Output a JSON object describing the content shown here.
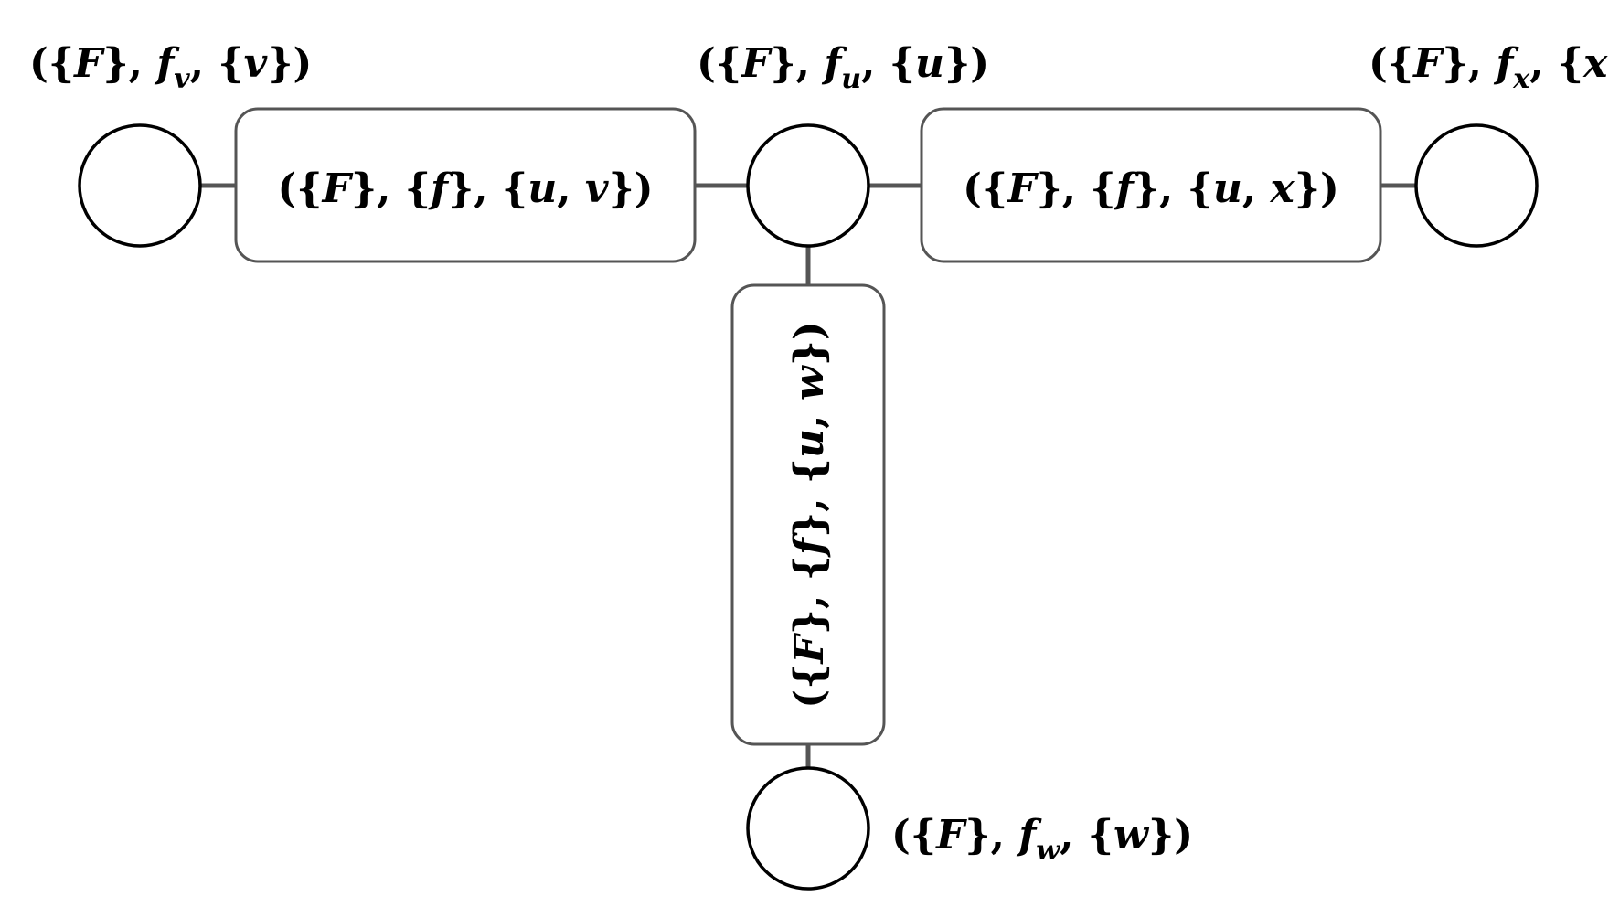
{
  "diagram": {
    "colors": {
      "node_stroke": "#000000",
      "box_stroke": "#555555",
      "edge": "#555555",
      "background": "#ffffff"
    },
    "nodes": {
      "v": {
        "pre": "({",
        "F": "F",
        "mid": "}, ",
        "f": "f",
        "sub": "v",
        "comma": ", {",
        "var": "v",
        "post": "})"
      },
      "u": {
        "pre": "({",
        "F": "F",
        "mid": "}, ",
        "f": "f",
        "sub": "u",
        "comma": ", {",
        "var": "u",
        "post": "})"
      },
      "x": {
        "pre": "({",
        "F": "F",
        "mid": "}, ",
        "f": "f",
        "sub": "x",
        "comma": ", {",
        "var": "x",
        "post": "})"
      },
      "w": {
        "pre": "({",
        "F": "F",
        "mid": "}, ",
        "f": "f",
        "sub": "w",
        "comma": ", {",
        "var": "w",
        "post": "})"
      }
    },
    "edges": {
      "uv": {
        "pre": "({",
        "F": "F",
        "mid": "}, {",
        "f": "f",
        "mid2": "}, {",
        "a": "u",
        "sep": ", ",
        "b": "v",
        "post": "})"
      },
      "ux": {
        "pre": "({",
        "F": "F",
        "mid": "}, {",
        "f": "f",
        "mid2": "}, {",
        "a": "u",
        "sep": ", ",
        "b": "x",
        "post": "})"
      },
      "uw": {
        "pre": "({",
        "F": "F",
        "mid": "}, {",
        "f": "f",
        "mid2": "}, {",
        "a": "u",
        "sep": ", ",
        "b": "w",
        "post": "})"
      }
    }
  }
}
